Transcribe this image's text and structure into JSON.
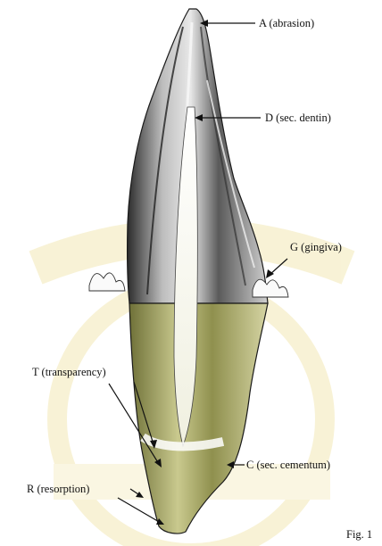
{
  "figure": {
    "labels": {
      "abrasion": "A (abrasion)",
      "secondary_dentin": "D (sec. dentin)",
      "gingiva": "G (gingiva)",
      "transparency": "T (transparency)",
      "secondary_cementum": "C (sec. cementum)",
      "resorption": "R (resorption)"
    },
    "caption": "Fig. 1"
  },
  "colors": {
    "watermark": "#f3e9b6",
    "dentin_dark": "#3a3a3a",
    "root_tint": "#9a9b52",
    "outline": "#1a1a1a"
  }
}
